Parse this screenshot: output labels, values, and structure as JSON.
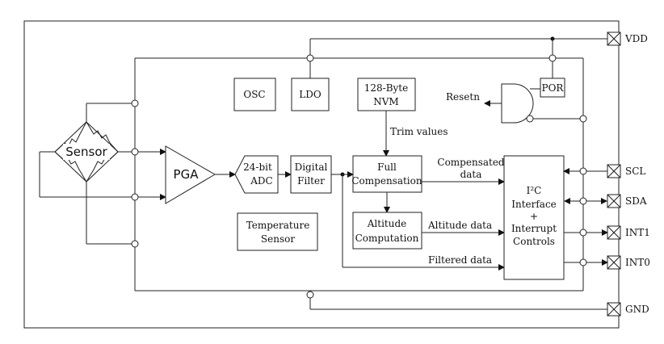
{
  "blocks": {
    "sensor": "Sensor",
    "pga": "PGA",
    "adc_1": "24-bit",
    "adc_2": "ADC",
    "filter_1": "Digital",
    "filter_2": "Filter",
    "osc": "OSC",
    "ldo": "LDO",
    "nvm_1": "128-Byte",
    "nvm_2": "NVM",
    "por": "POR",
    "resetn": "Resetn",
    "fullcomp_1": "Full",
    "fullcomp_2": "Compensation",
    "alt_1": "Altitude",
    "alt_2": "Computation",
    "temp_1": "Temperature",
    "temp_2": "Sensor",
    "i2c_1": "I²C",
    "i2c_2": "Interface",
    "i2c_3": "+",
    "i2c_4": "Interrupt",
    "i2c_5": "Controls"
  },
  "signals": {
    "trim": "Trim values",
    "comp_1": "Compensated",
    "comp_2": "data",
    "altitude": "Altitude data",
    "filtered": "Filtered data"
  },
  "pins": {
    "vdd": "VDD",
    "scl": "SCL",
    "sda": "SDA",
    "int1": "INT1",
    "int0": "INT0",
    "gnd": "GND"
  }
}
